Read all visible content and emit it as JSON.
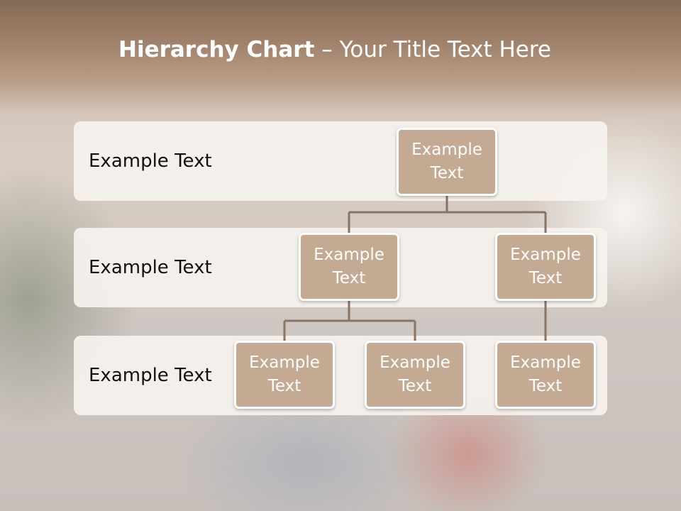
{
  "title": {
    "bold": "Hierarchy Chart",
    "rest": " – Your Title Text Here"
  },
  "levels": [
    {
      "label": "Example Text"
    },
    {
      "label": "Example Text"
    },
    {
      "label": "Example Text"
    }
  ],
  "nodes": {
    "root": "Example\nText",
    "level2": [
      "Example\nText",
      "Example\nText"
    ],
    "level3": [
      "Example\nText",
      "Example\nText",
      "Example\nText"
    ]
  },
  "colors": {
    "node_fill": "#c4a993",
    "connector": "#8a7565",
    "header": "#9e806a"
  }
}
